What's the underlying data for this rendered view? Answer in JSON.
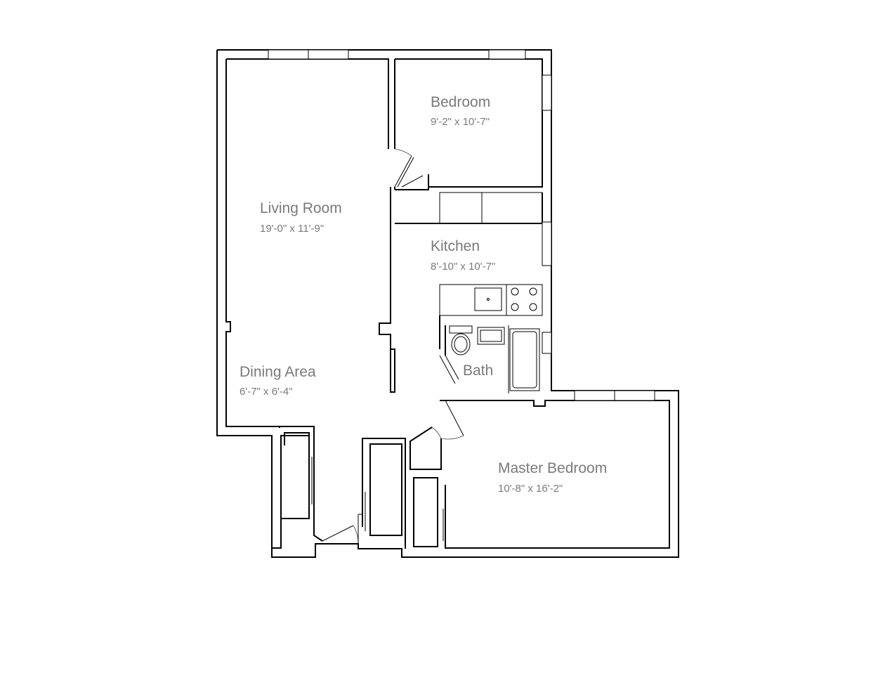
{
  "rooms": [
    {
      "id": "bedroom",
      "name": "Bedroom",
      "dims": "9'-2\" x 10'-7\""
    },
    {
      "id": "living",
      "name": "Living Room",
      "dims": "19'-0\" x 11'-9\""
    },
    {
      "id": "kitchen",
      "name": "Kitchen",
      "dims": "8'-10\" x 10'-7\""
    },
    {
      "id": "bath",
      "name": "Bath",
      "dims": ""
    },
    {
      "id": "dining",
      "name": "Dining Area",
      "dims": "6'-7\" x 6'-4\""
    },
    {
      "id": "master",
      "name": "Master Bedroom",
      "dims": "10'-8\" x 16'-2\""
    }
  ]
}
